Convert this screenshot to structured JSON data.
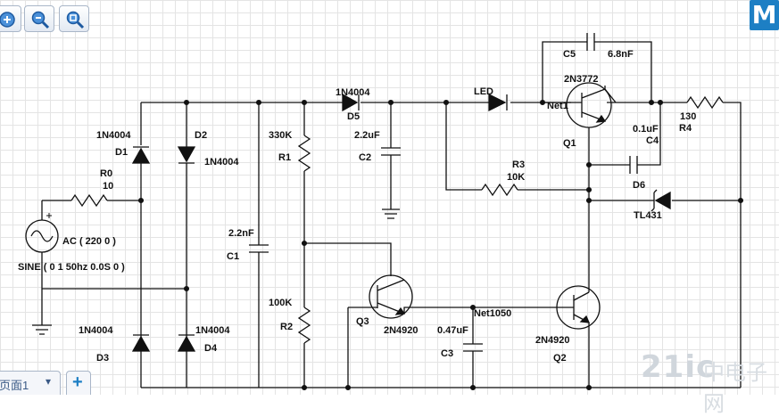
{
  "toolbar": {
    "zoom_in_icon": "zoom-in-icon",
    "zoom_out_icon": "zoom-out-icon",
    "zoom_fit_icon": "zoom-fit-icon"
  },
  "logo": {
    "text": "M",
    "color": "#1d7fc4"
  },
  "tabs": {
    "page_tab": "页面1",
    "add_label": "+"
  },
  "watermark": {
    "text": "21ic",
    "sub": "中电子网"
  },
  "labels": {
    "d1_model": "1N4004",
    "d1": "D1",
    "d2": "D2",
    "d2_model": "1N4004",
    "d3_model": "1N4004",
    "d3": "D3",
    "d4_model": "1N4004",
    "d4": "D4",
    "r0": "R0",
    "r0_val": "10",
    "ac": "AC ( 220 0 )",
    "sine": "SINE ( 0 1 50hz 0.0S 0 )",
    "c1_val": "2.2nF",
    "c1": "C1",
    "r1_val": "330K",
    "r1": "R1",
    "r2_val": "100K",
    "r2": "R2",
    "d5_model": "1N4004",
    "d5": "D5",
    "c2_val": "2.2uF",
    "c2": "C2",
    "led": "LED",
    "c5": "C5",
    "c5_val": "6.8nF",
    "q1_model": "2N3772",
    "net1": "Net1",
    "q1": "Q1",
    "r4_val": "130",
    "r4": "R4",
    "c4_val": "0.1uF",
    "c4": "C4",
    "r3": "R3",
    "r3_val": "10K",
    "d6": "D6",
    "tl431": "TL431",
    "q3": "Q3",
    "q3_model": "2N4920",
    "net1050": "Net1050",
    "c3_val": "0.47uF",
    "c3": "C3",
    "q2_model": "2N4920",
    "q2": "Q2"
  }
}
